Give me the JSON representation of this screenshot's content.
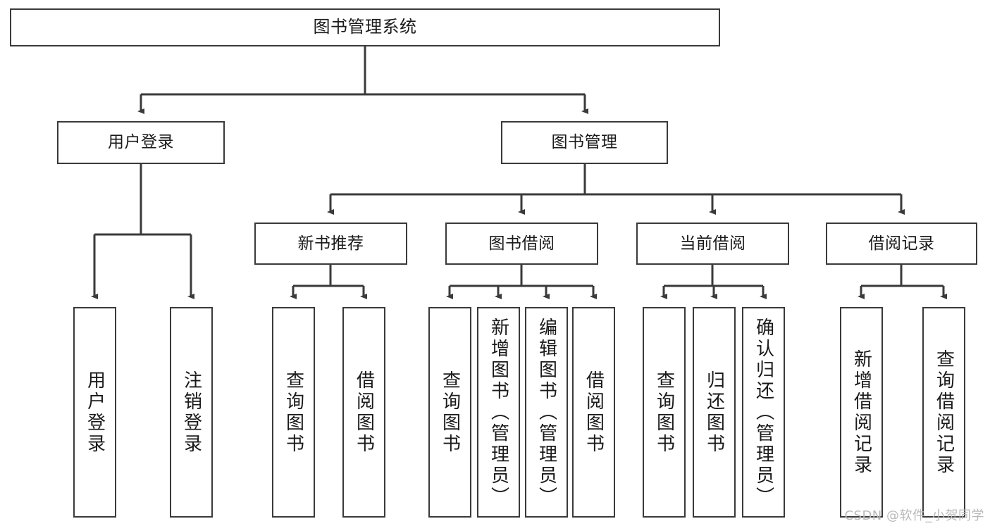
{
  "diagram": {
    "title": "图书管理系统",
    "type": "hierarchy-tree",
    "line_color": "#3a3a3a",
    "box_fill": "#ffffff",
    "text_color": "#1a1a1a",
    "levels": [
      {
        "level": 1,
        "nodes": [
          {
            "id": "root",
            "label": "图书管理系统",
            "orientation": "horizontal"
          }
        ]
      },
      {
        "level": 2,
        "nodes": [
          {
            "id": "login",
            "label": "用户登录",
            "orientation": "horizontal"
          },
          {
            "id": "bookmgmt",
            "label": "图书管理",
            "orientation": "horizontal"
          }
        ]
      },
      {
        "level": 3,
        "nodes": [
          {
            "id": "newbook",
            "label": "新书推荐",
            "orientation": "horizontal"
          },
          {
            "id": "borrow",
            "label": "图书借阅",
            "orientation": "horizontal"
          },
          {
            "id": "current",
            "label": "当前借阅",
            "orientation": "horizontal"
          },
          {
            "id": "records",
            "label": "借阅记录",
            "orientation": "horizontal"
          }
        ]
      },
      {
        "level": 4,
        "nodes": [
          {
            "id": "leaf-user-login",
            "label": "用户登录",
            "orientation": "vertical",
            "parent": "login"
          },
          {
            "id": "leaf-user-logout",
            "label": "注销登录",
            "orientation": "vertical",
            "parent": "login"
          },
          {
            "id": "leaf-query-book-1",
            "label": "查询图书",
            "orientation": "vertical",
            "parent": "newbook"
          },
          {
            "id": "leaf-borrow-book-1",
            "label": "借阅图书",
            "orientation": "vertical",
            "parent": "newbook"
          },
          {
            "id": "leaf-query-book-2",
            "label": "查询图书",
            "orientation": "vertical",
            "parent": "borrow"
          },
          {
            "id": "leaf-add-book",
            "label": "新增图书（管理员）",
            "orientation": "vertical",
            "parent": "borrow"
          },
          {
            "id": "leaf-edit-book",
            "label": "编辑图书（管理员）",
            "orientation": "vertical",
            "parent": "borrow"
          },
          {
            "id": "leaf-borrow-book-2",
            "label": "借阅图书",
            "orientation": "vertical",
            "parent": "borrow"
          },
          {
            "id": "leaf-query-book-3",
            "label": "查询图书",
            "orientation": "vertical",
            "parent": "current"
          },
          {
            "id": "leaf-return-book",
            "label": "归还图书",
            "orientation": "vertical",
            "parent": "current"
          },
          {
            "id": "leaf-confirm-return",
            "label": "确认归还（管理员）",
            "orientation": "vertical",
            "parent": "current"
          },
          {
            "id": "leaf-add-record",
            "label": "新增借阅记录",
            "orientation": "vertical",
            "parent": "records"
          },
          {
            "id": "leaf-query-record",
            "label": "查询借阅记录",
            "orientation": "vertical",
            "parent": "records"
          }
        ]
      }
    ]
  },
  "watermark": {
    "text": "CSDN @软件_小贺同学"
  }
}
